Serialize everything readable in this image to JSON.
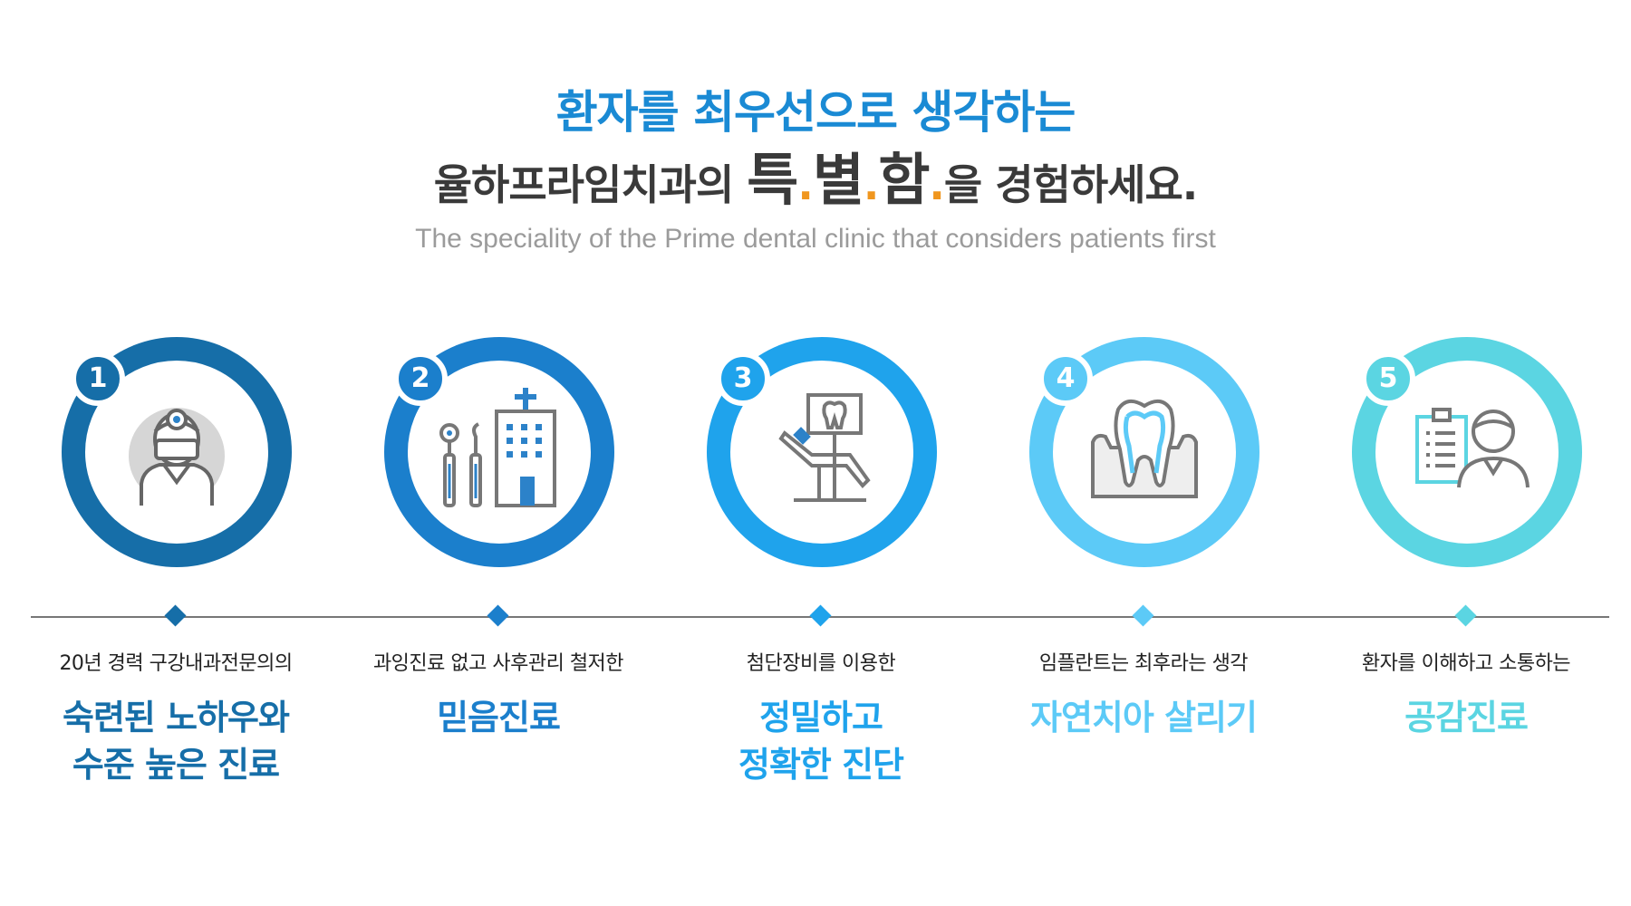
{
  "header": {
    "headline1": "환자를 최우선으로 생각하는",
    "headline2_prefix": "율하프라임치과의 ",
    "headline2_emph": [
      "특",
      "별",
      "함"
    ],
    "headline2_dot": ".",
    "headline2_suffix": "을 경험하세요.",
    "subtitle": "The speciality of the Prime dental clinic that considers patients first"
  },
  "colors": {
    "headline_blue": "#1a8ad4",
    "dot_orange": "#f0961e",
    "dark_text": "#3a3a3a",
    "gray_text": "#9b9b9b"
  },
  "features": [
    {
      "number": "1",
      "color": "#166ea8",
      "icon": "dentist-doctor-icon",
      "desc": "20년 경력 구강내과전문의의",
      "title": "숙련된 노하우와\n수준 높은 진료"
    },
    {
      "number": "2",
      "color": "#1b7fcc",
      "icon": "hospital-tools-icon",
      "desc": "과잉진료 없고 사후관리 철저한",
      "title": "믿음진료"
    },
    {
      "number": "3",
      "color": "#1fa3ec",
      "icon": "dental-chair-icon",
      "desc": "첨단장비를 이용한",
      "title": "정밀하고\n정확한 진단"
    },
    {
      "number": "4",
      "color": "#5ccaf7",
      "icon": "tooth-implant-icon",
      "desc": "임플란트는 최후라는 생각",
      "title": "자연치아 살리기"
    },
    {
      "number": "5",
      "color": "#5bd5e2",
      "icon": "clipboard-person-icon",
      "desc": "환자를 이해하고 소통하는",
      "title": "공감진료"
    }
  ]
}
